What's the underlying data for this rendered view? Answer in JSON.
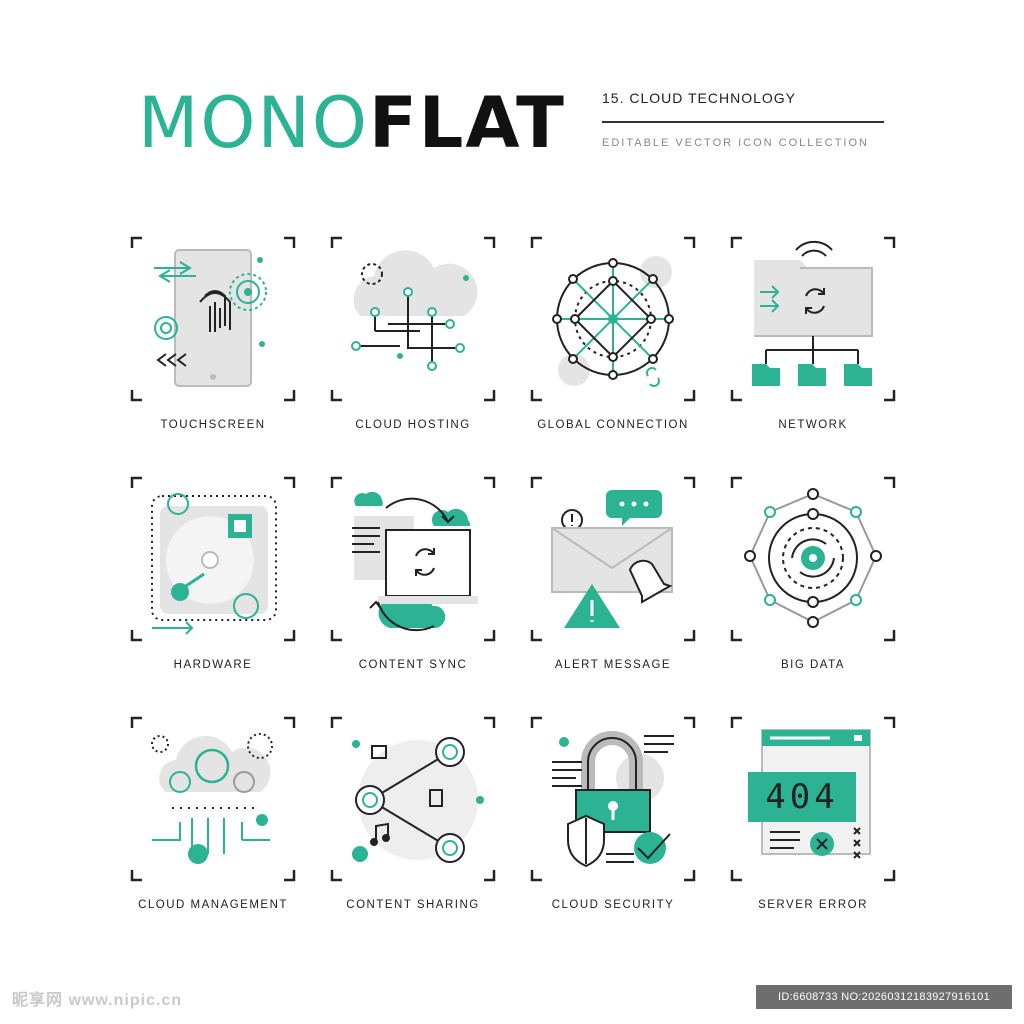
{
  "header": {
    "brand_part1": "MONO",
    "brand_part2": "FLAT",
    "subtitle": "15. CLOUD TECHNOLOGY",
    "tagline": "EDITABLE VECTOR ICON COLLECTION"
  },
  "colors": {
    "accent": "#2bb394",
    "line": "#222222",
    "fill_light": "#e4e4e4",
    "background": "#ffffff"
  },
  "icons": [
    {
      "label": "TOUCHSCREEN",
      "icon": "touchscreen-icon"
    },
    {
      "label": "CLOUD HOSTING",
      "icon": "cloud-hosting-icon"
    },
    {
      "label": "GLOBAL CONNECTION",
      "icon": "global-connection-icon"
    },
    {
      "label": "NETWORK",
      "icon": "network-icon"
    },
    {
      "label": "HARDWARE",
      "icon": "hardware-icon"
    },
    {
      "label": "CONTENT SYNC",
      "icon": "content-sync-icon"
    },
    {
      "label": "ALERT MESSAGE",
      "icon": "alert-message-icon"
    },
    {
      "label": "BIG DATA",
      "icon": "big-data-icon"
    },
    {
      "label": "CLOUD MANAGEMENT",
      "icon": "cloud-management-icon"
    },
    {
      "label": "CONTENT SHARING",
      "icon": "content-sharing-icon"
    },
    {
      "label": "CLOUD SECURITY",
      "icon": "cloud-security-icon"
    },
    {
      "label": "SERVER ERROR",
      "icon": "server-error-icon"
    }
  ],
  "server_error_code": "404",
  "footer": {
    "watermark": "昵享网 www.nipic.cn",
    "image_id": "ID:6608733 NO:20260312183927916101"
  }
}
